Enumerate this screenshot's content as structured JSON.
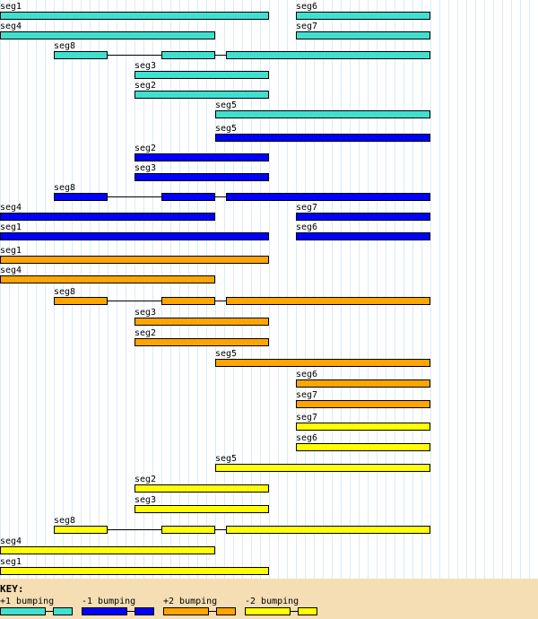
{
  "colors": {
    "+1": "#40e0d0",
    "-1": "#0000ff",
    "+2": "#ffa500",
    "-2": "#ffff00"
  },
  "tracks": [
    {
      "strand": "+1",
      "rows": [
        [
          "seg1",
          "seg6"
        ],
        [
          "seg4",
          "seg7"
        ],
        [
          "seg8"
        ],
        [
          "seg3"
        ],
        [
          "seg2"
        ],
        [
          "seg5"
        ]
      ]
    },
    {
      "strand": "-1",
      "rows": [
        [
          "seg5"
        ],
        [
          "seg2"
        ],
        [
          "seg3"
        ],
        [
          "seg8"
        ],
        [
          "seg4",
          "seg7"
        ],
        [
          "seg1",
          "seg6"
        ]
      ]
    },
    {
      "strand": "+2",
      "rows": [
        [
          "seg1"
        ],
        [
          "seg4"
        ],
        [
          "seg8"
        ],
        [
          "seg3"
        ],
        [
          "seg2"
        ],
        [
          "seg5"
        ],
        [
          "seg6"
        ],
        [
          "seg7"
        ]
      ]
    },
    {
      "strand": "-2",
      "rows": [
        [
          "seg7"
        ],
        [
          "seg6"
        ],
        [
          "seg5"
        ],
        [
          "seg2"
        ],
        [
          "seg3"
        ],
        [
          "seg8"
        ],
        [
          "seg4"
        ],
        [
          "seg1"
        ]
      ]
    }
  ],
  "key": {
    "title": "KEY:",
    "items": [
      {
        "strand": "+1",
        "label": "+1 bumping"
      },
      {
        "strand": "-1",
        "label": "-1 bumping"
      },
      {
        "strand": "+2",
        "label": "+2 bumping"
      },
      {
        "strand": "-2",
        "label": "-2 bumping"
      }
    ]
  }
}
